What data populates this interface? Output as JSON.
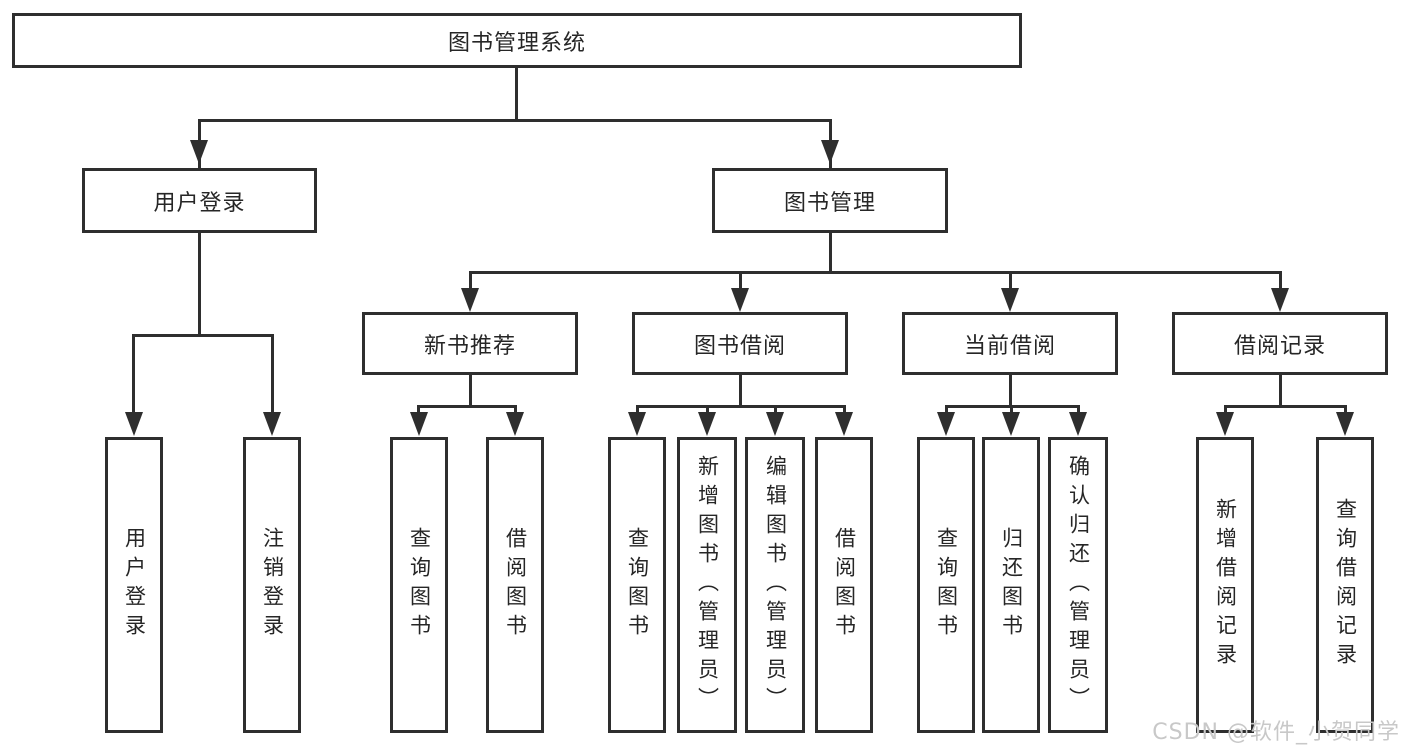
{
  "diagram_type": "hierarchy-tree",
  "tree": {
    "label": "图书管理系统",
    "children": [
      {
        "label": "用户登录",
        "children": [
          {
            "label": "用户登录"
          },
          {
            "label": "注销登录"
          }
        ]
      },
      {
        "label": "图书管理",
        "children": [
          {
            "label": "新书推荐",
            "children": [
              {
                "label": "查询图书"
              },
              {
                "label": "借阅图书"
              }
            ]
          },
          {
            "label": "图书借阅",
            "children": [
              {
                "label": "查询图书"
              },
              {
                "label": "新增图书（管理员）"
              },
              {
                "label": "编辑图书（管理员）"
              },
              {
                "label": "借阅图书"
              }
            ]
          },
          {
            "label": "当前借阅",
            "children": [
              {
                "label": "查询图书"
              },
              {
                "label": "归还图书"
              },
              {
                "label": "确认归还（管理员）"
              }
            ]
          },
          {
            "label": "借阅记录",
            "children": [
              {
                "label": "新增借阅记录"
              },
              {
                "label": "查询借阅记录"
              }
            ]
          }
        ]
      }
    ]
  },
  "watermark": "CSDN @软件_小贺同学",
  "colors": {
    "line": "#2e2e2e",
    "box_border": "#2e2e2e",
    "text": "#262626",
    "watermark": "#c8c8c8",
    "background": "#ffffff"
  }
}
